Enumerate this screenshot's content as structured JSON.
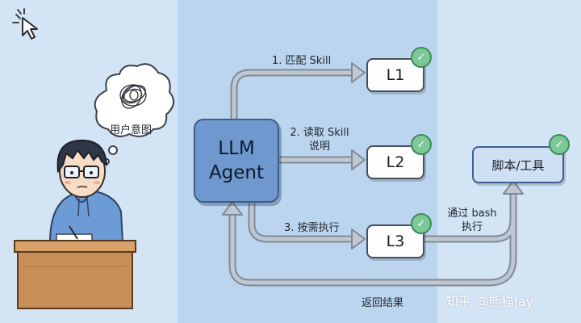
{
  "agent": {
    "line1": "LLM",
    "line2": "Agent"
  },
  "user_intent": "用户意图",
  "levels": [
    {
      "label": "L1",
      "checked": true
    },
    {
      "label": "L2",
      "checked": true
    },
    {
      "label": "L3",
      "checked": true
    }
  ],
  "tool": {
    "label": "脚本/工具",
    "checked": true
  },
  "steps": {
    "step1": "1. 匹配 Skill",
    "step2_line1": "2. 读取 Skill",
    "step2_line2": "说明",
    "step3": "3. 按需执行",
    "bash_line1": "通过 bash",
    "bash_line2": "执行",
    "return": "返回结果"
  },
  "check_symbol": "✓",
  "watermark": "知乎 @熊猫Jay",
  "colors": {
    "panel_mid": "#bcd5ee",
    "panel_side": "#d3e4f5",
    "agent_fill": "#6f98cf",
    "arrow": "#a7b1bd",
    "check_green": "#7cc896"
  },
  "icons": [
    "cursor-icon",
    "tangle-thought-icon",
    "person-at-desk-icon",
    "check-icon"
  ]
}
